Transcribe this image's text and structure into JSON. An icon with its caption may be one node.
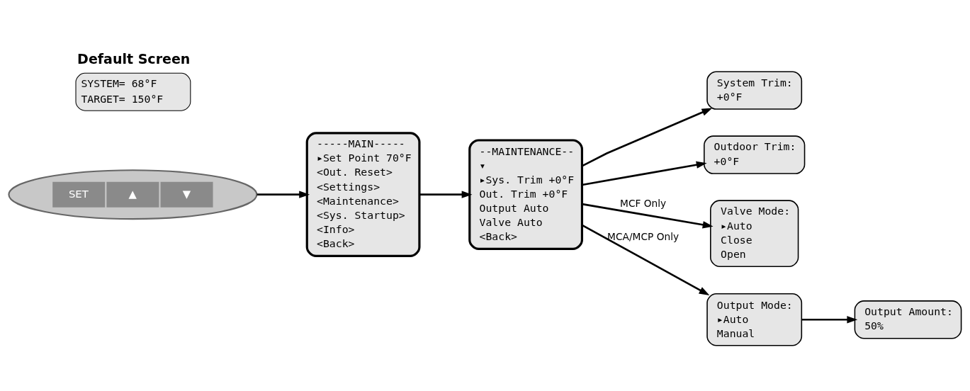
{
  "diagram": {
    "nodes": [
      {
        "text": [
          "Default Screen",
          "SYSTEM= 68°F",
          "TARGET= 150°F"
        ]
      },
      {
        "text": [
          "SET",
          "▲",
          "▼"
        ]
      },
      {
        "text": [
          "-----MAIN-----",
          "▸Set Point 70°F",
          "<Out. Reset>",
          "<Settings>",
          "<Maintenance>",
          "<Sys. Startup>",
          "<Info>",
          "<Back>"
        ]
      },
      {
        "text": [
          "--MAINTENANCE--",
          "▾",
          "▸Sys. Trim +0°F",
          "Out. Trim +0°F",
          "Output Auto",
          "Valve Auto",
          "<Back>"
        ]
      },
      {
        "text": [
          "System Trim:",
          "+0°F"
        ]
      },
      {
        "text": [
          "Outdoor Trim:",
          "+0°F"
        ]
      },
      {
        "text": [
          "Valve Mode:",
          "▸Auto",
          "Close",
          "Open"
        ]
      },
      {
        "text": [
          "Output Mode:",
          "▸Auto",
          "Manual"
        ]
      },
      {
        "text": [
          "Output Amount:",
          "50%"
        ]
      }
    ],
    "edges": [
      {
        "from": 1,
        "to": 2,
        "arrow": "to"
      },
      {
        "from": 2,
        "to": 3,
        "arrow": "to"
      },
      {
        "from": 3,
        "to": 4,
        "arrow": "to"
      },
      {
        "from": 3,
        "to": 5,
        "arrow": "to"
      },
      {
        "from": 3,
        "to": 7,
        "arrow": "to",
        "label": "MCA/MCP Only"
      },
      {
        "from": 3,
        "to": 6,
        "arrow": "to",
        "label": "MCF Only"
      },
      {
        "from": 7,
        "to": 8,
        "arrow": "to"
      }
    ]
  }
}
